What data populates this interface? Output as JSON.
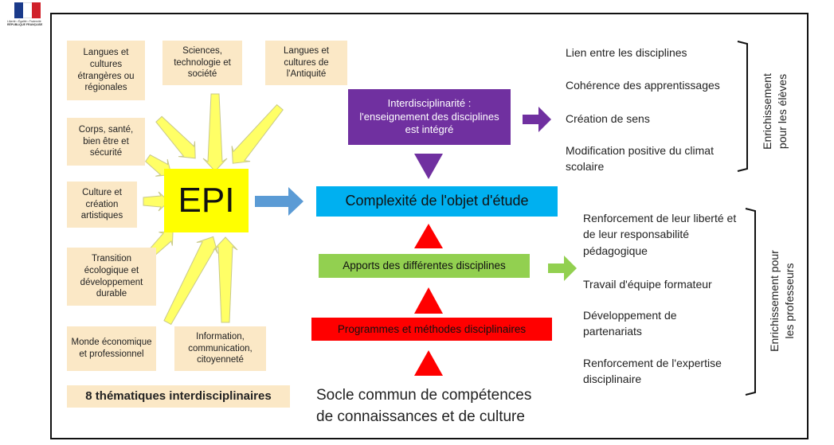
{
  "logo": {
    "motto": "Liberté • Égalité • Fraternité",
    "name": "RÉPUBLIQUE FRANÇAISE",
    "colors": [
      "#1a3a8a",
      "#ffffff",
      "#d0212a"
    ]
  },
  "themes": [
    "Langues et cultures étrangères ou régionales",
    "Sciences, technologie et société",
    "Langues et cultures de l'Antiquité",
    "Corps, santé, bien être et sécurité",
    "Culture et création artistiques",
    "Transition écologique et développement durable",
    "Monde économique et professionnel",
    "Information, communication, citoyenneté"
  ],
  "themes_caption": "8 thématiques interdisciplinaires",
  "epi_label": "EPI",
  "interdisciplinarity": "Interdisciplinarité : l'enseignement des disciplines est intégré",
  "complexity": "Complexité de l'objet d'étude",
  "contributions": "Apports des différentes disciplines",
  "programs": "Programmes et méthodes disciplinaires",
  "socle_line1": "Socle commun de compétences",
  "socle_line2": "de connaissances et de culture",
  "students": {
    "label_line1": "Enrichissement",
    "label_line2": "pour les élèves",
    "items": [
      "Lien entre les disciplines",
      "Cohérence des apprentissages",
      "Création de sens",
      "Modification positive du climat scolaire"
    ]
  },
  "teachers": {
    "label_line1": "Enrichissement pour",
    "label_line2": "les professeurs",
    "items": [
      "Renforcement de leur liberté et de leur responsabilité pédagogique",
      "Travail d'équipe formateur",
      "Développement de partenariats",
      "Renforcement de l'expertise disciplinaire"
    ]
  },
  "colors": {
    "theme_bg": "#fbe8c6",
    "epi_bg": "#ffff00",
    "yellow_arrow": "#ffff66",
    "purple": "#7030a0",
    "blue": "#00b0f0",
    "green": "#92d050",
    "red": "#ff0000"
  }
}
